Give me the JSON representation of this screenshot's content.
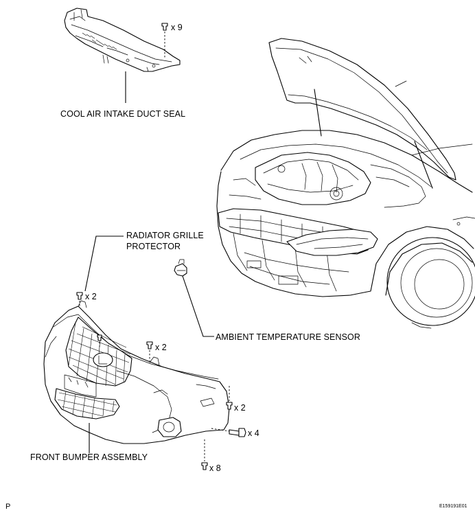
{
  "labels": {
    "cool_air_intake_duct_seal": "COOL AIR INTAKE DUCT SEAL",
    "radiator_grille_protector_line1": "RADIATOR GRILLE",
    "radiator_grille_protector_line2": "PROTECTOR",
    "ambient_temperature_sensor": "AMBIENT TEMPERATURE SENSOR",
    "front_bumper_assembly": "FRONT BUMPER ASSEMBLY"
  },
  "quantities": {
    "duct_seal_clips": "x 9",
    "grille_protector_clips": "x 2",
    "bumper_top_clips": "x 2",
    "bumper_side_clips": "x 2",
    "bumper_bolts": "x 4",
    "bumper_bottom_clips": "x 8"
  },
  "footer": {
    "left_mark": "P",
    "figure_id": "E159191E01"
  }
}
